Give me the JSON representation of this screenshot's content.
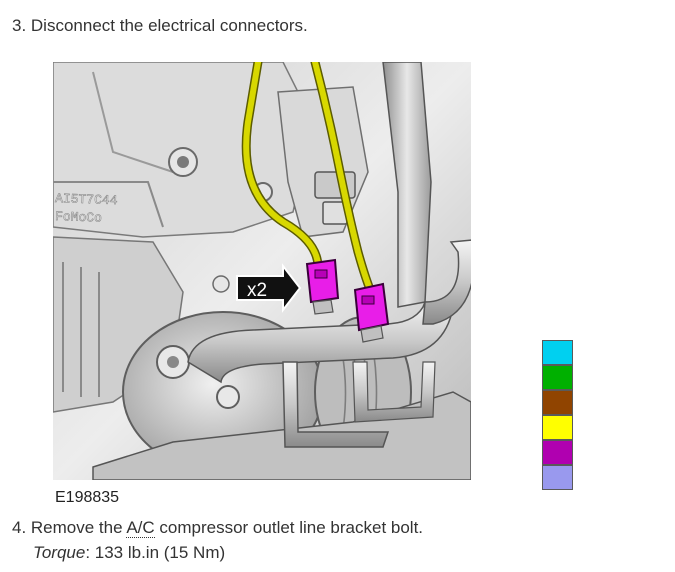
{
  "step3": {
    "text": "3. Disconnect the electrical connectors."
  },
  "figure": {
    "callout": "x2",
    "code": "E198835",
    "embossed_line1": "AI5T7C44",
    "embossed_line2": "FoMoCo"
  },
  "step4": {
    "prefix": "4. Remove the ",
    "abbr": "A/C",
    "suffix": " compressor outlet line bracket bolt.",
    "torque_label": "Torque",
    "torque_sep": ": ",
    "torque_value": "133 lb.in (15 Nm)"
  },
  "legend": {
    "colors": [
      "#00d0f0",
      "#00b000",
      "#904400",
      "#ffff00",
      "#b000b0",
      "#9999ee"
    ]
  },
  "colors": {
    "connector": "#e81ee8",
    "wire": "#d8d800",
    "metal_light": "#e4e4e4",
    "metal_dark": "#9a9a9a"
  }
}
